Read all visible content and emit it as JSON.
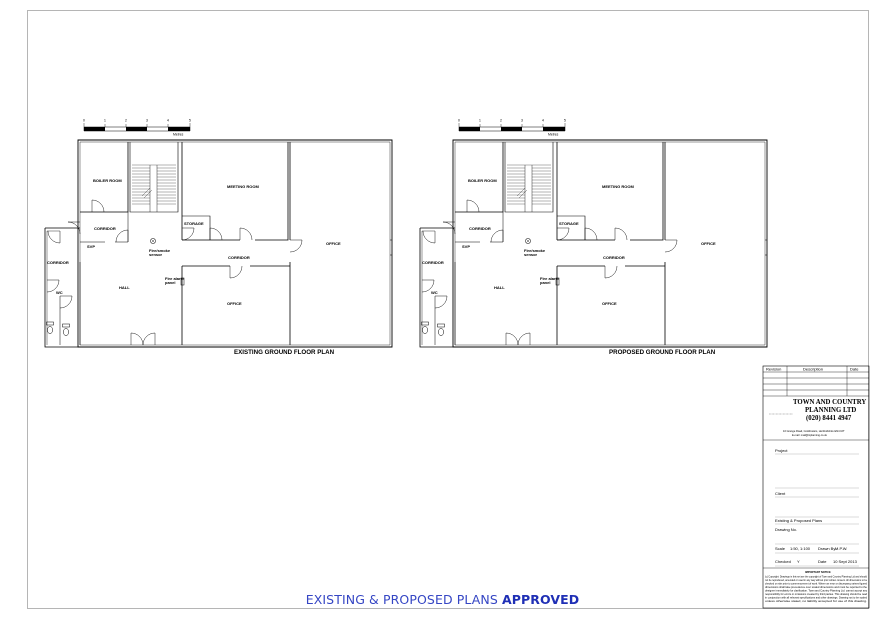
{
  "plans": [
    {
      "title": "EXISTING GROUND FLOOR PLAN",
      "rooms": {
        "boiler_room": "BOILER ROOM",
        "meeting_room": "MEETING ROOM",
        "storage": "STORAGE",
        "corridor_left": "CORRIDOR",
        "corridor_mid": "CORRIDOR",
        "corridor_outer": "CORRIDOR",
        "office_right": "OFFICE",
        "office_bottom": "OFFICE",
        "hall": "HALL",
        "wc": "WC",
        "svp": "SVP"
      },
      "notes": {
        "fire_smoke_1": "Fire/smoke",
        "fire_smoke_2": "sensor",
        "fire_alarm_1": "Fire alarm",
        "fire_alarm_2": "panel"
      },
      "scale": {
        "ticks": [
          "0",
          "1",
          "2",
          "3",
          "4",
          "5"
        ],
        "unit": "Metres"
      }
    },
    {
      "title": "PROPOSED GROUND FLOOR PLAN",
      "rooms": {
        "boiler_room": "BOILER ROOM",
        "meeting_room": "MEETING ROOM",
        "storage": "STORAGE",
        "corridor_left": "CORRIDOR",
        "corridor_mid": "CORRIDOR",
        "corridor_outer": "CORRIDOR",
        "office_right": "OFFICE",
        "office_bottom": "OFFICE",
        "hall": "HALL",
        "wc": "WC",
        "svp": "SVP"
      },
      "notes": {
        "fire_smoke_1": "Fire/smoke",
        "fire_smoke_2": "sensor",
        "fire_alarm_1": "Fire alarm",
        "fire_alarm_2": "panel"
      },
      "scale": {
        "ticks": [
          "0",
          "1",
          "2",
          "3",
          "4",
          "5"
        ],
        "unit": "Metres"
      }
    }
  ],
  "title_block": {
    "revision_headers": {
      "revision": "Revision",
      "description": "Description",
      "date": "Date"
    },
    "company_line1": "TOWN AND COUNTRY",
    "company_line2": "PLANNING LTD",
    "company_phone": "(020) 8441 4947",
    "company_address": "10 Grange Road, Cockfosters, Hertfordshire EN4 0JT",
    "company_email": "E-mail: mail@tcplanning.co.uk",
    "project_label": "Project",
    "client_label": "Client",
    "drawing_title": "Existing & Proposed Plans",
    "drawing_no_label": "Drawing No.",
    "scale_label": "Scale",
    "scale_value": "1:50, 1:100",
    "drawn_by_label": "Drawn By:",
    "drawn_by_value": "M.P.W.",
    "checked_label": "Checked",
    "checked_value": "Y",
    "date_label": "Date",
    "date_value": "10 Sept 2013",
    "important_heading": "IMPORTANT NOTICE",
    "important_text": [
      "(c) Copyright: Drawings in this set are the copyright of Town and Country Planning Ltd and should",
      "not be reproduced, amended or used in any way without prior written consent. All dimensions to be",
      "checked on site prior to commencement of work. Where an error or discrepancy arises figured",
      "dimensions shall take precedence over scaled dimensions and must be reported to the",
      "designer immediately for clarification. Town and Country Planning Ltd. cannot accept any",
      "responsibility for errors or omissions created by third parties. This drawing should be read",
      "in conjunction with all relevant specifications and other drawings. Drawing not to be scaled",
      "unless otherwise stated, no liability accepted for use of this drawing."
    ]
  },
  "banner": {
    "part1": "EXISTING & PROPOSED PLANS ",
    "part2": "APPROVED"
  }
}
